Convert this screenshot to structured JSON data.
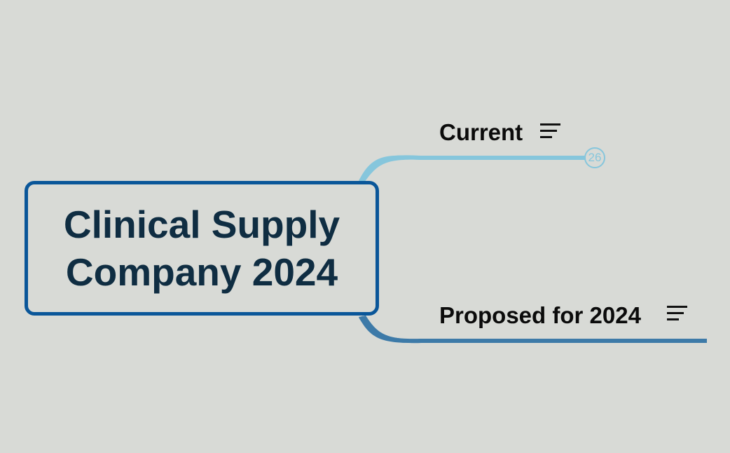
{
  "mindmap": {
    "central_topic": {
      "line1": "Clinical Supply",
      "line2": "Company 2024",
      "border_color": "#0a5699",
      "text_color": "#0f2d42"
    },
    "branches": [
      {
        "label": "Current",
        "has_notes": true,
        "notes_icon": "notes-lines-icon",
        "collapsed_count": "26",
        "line_color": "#86c6dc"
      },
      {
        "label": "Proposed for 2024",
        "has_notes": true,
        "notes_icon": "notes-lines-icon",
        "line_color": "#3d7aa8"
      }
    ]
  },
  "canvas": {
    "background": "#d8dad6"
  }
}
